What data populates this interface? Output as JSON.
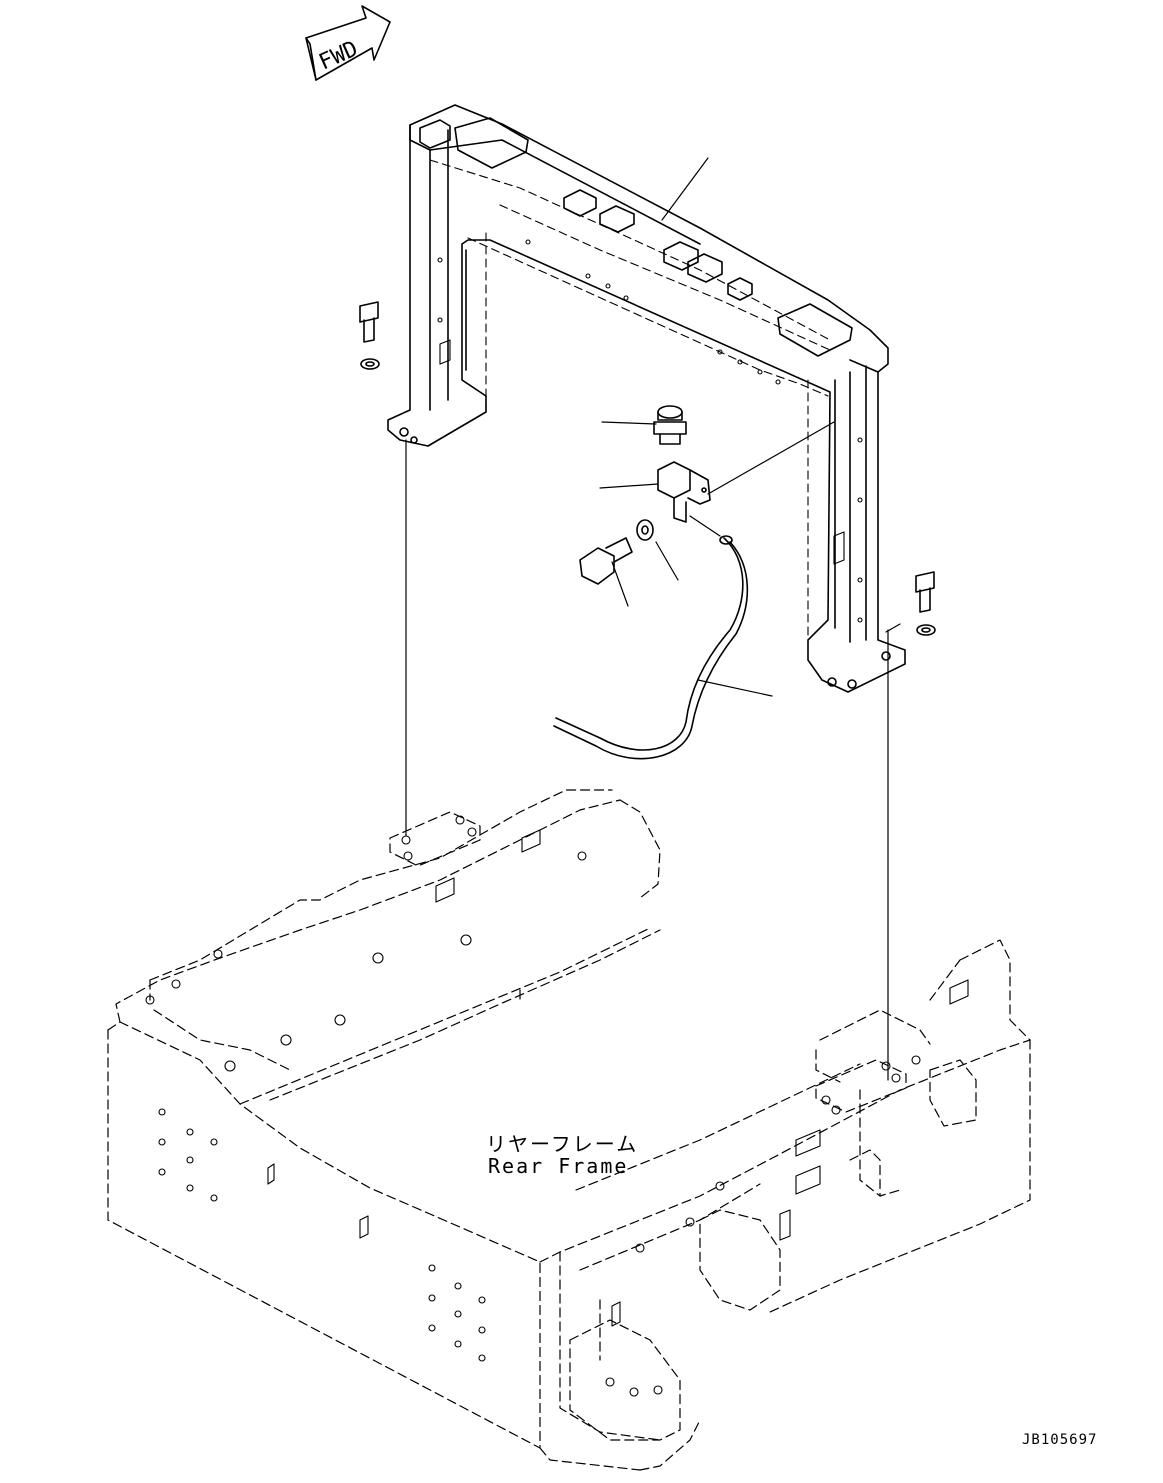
{
  "fwd_label": "FWD",
  "frame_label_jp": "リヤーフレーム",
  "frame_label_en": "Rear Frame",
  "drawing_code": "JB105697",
  "colors": {
    "line": "#000000",
    "background": "#ffffff"
  }
}
